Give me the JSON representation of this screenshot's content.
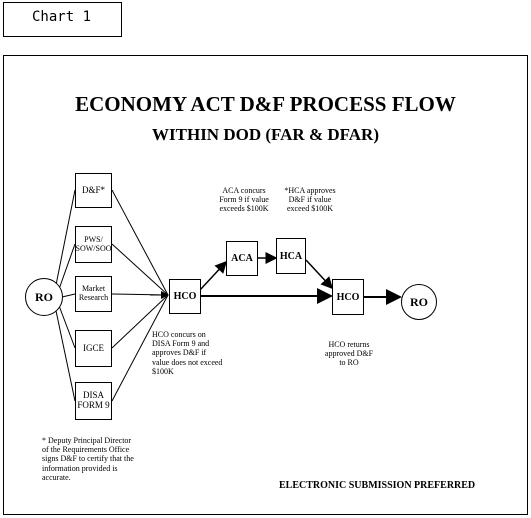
{
  "chart_label": "Chart 1",
  "title": "ECONOMY ACT D&F PROCESS FLOW",
  "subtitle": "WITHIN DOD (FAR & DFAR)",
  "nodes": {
    "ro_start": "RO",
    "df": "D&F*",
    "pws": "PWS/\nSOW/SOO",
    "market": "Market\nResearch",
    "igce": "IGCE",
    "disa": "DISA\nFORM 9",
    "hco1": "HCO",
    "aca": "ACA",
    "hca": "HCA",
    "hco2": "HCO",
    "ro_end": "RO"
  },
  "notes": {
    "aca_note": "ACA concurs\nForm 9 if value\nexceeds $100K",
    "hca_note": "*HCA approves\nD&F if value\nexceed $100K",
    "hco1_note": "HCO concurs on\nDISA Form 9 and\napproves D&F if\nvalue does not exceed\n$100K",
    "hco2_note": "HCO returns\napproved D&F\nto RO",
    "footnote": "*  Deputy Principal Director\nof the Requirements Office\nsigns D&F to certify that the\ninformation provided is\naccurate.",
    "electronic": "ELECTRONIC SUBMISSION PREFERRED"
  }
}
